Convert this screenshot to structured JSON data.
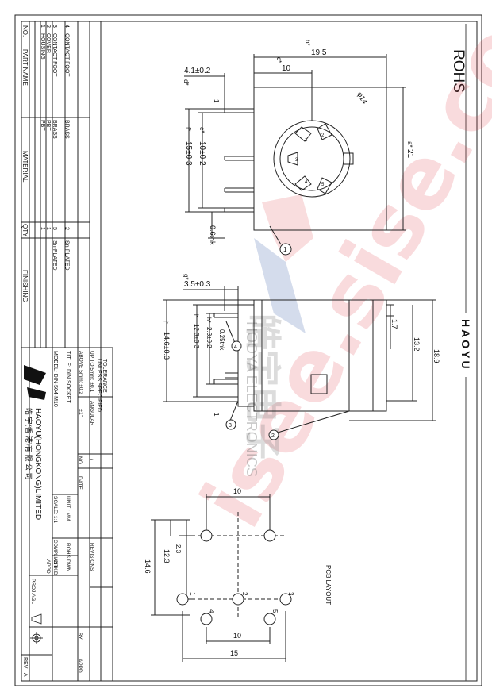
{
  "header": {
    "rohs": "ROHS",
    "brand_vertical": "HAOYU"
  },
  "watermark": {
    "url": "isee.sise.com",
    "cn_name": "皓宇电子",
    "en_name": "HOOYA ELECTRONICS"
  },
  "top_view": {
    "dims": {
      "b": "19.5",
      "c": "10",
      "d": "4.1±0.2",
      "e": "10±0.2",
      "f": "15±0.3",
      "a": "21",
      "circle": "φ14",
      "thk": "0.6thk"
    },
    "letters": {
      "b": "b*",
      "c": "c*",
      "d": "d*",
      "e": "e*",
      "f": "f*",
      "a": "a*",
      "one": "1"
    },
    "pin_numbers": [
      "1",
      "2",
      "3",
      "4",
      "5"
    ],
    "balloon": "1"
  },
  "side_view": {
    "dims": {
      "g": "3.5±0.3",
      "thk": "0.25thk",
      "s23": "2.3±0.2",
      "s123": "12.3±0.3",
      "s146": "14.6±0.3",
      "s17": "1.7",
      "s132": "13.2",
      "s189": "18.9"
    },
    "letters": {
      "g": "g*",
      "h": "h*",
      "i": "i*",
      "j": "j*",
      "one": "1"
    },
    "balloons": [
      "4",
      "3",
      "2"
    ]
  },
  "pcb": {
    "title": "PCB LAYOUT",
    "dims": {
      "top10": "10",
      "d23": "2.3",
      "d123": "12.3",
      "d146": "14.6",
      "bot10": "10",
      "bot15": "15"
    },
    "pin_labels": [
      "1",
      "2",
      "3",
      "4",
      "5"
    ]
  },
  "parts_table": {
    "headers": {
      "no": "NO.",
      "part_name": "PART   NAME",
      "material": "MATERIAL",
      "qty": "QTY",
      "finishing": "FINISHING"
    },
    "rows": [
      {
        "no": "4",
        "name": "CONTACT FOOT",
        "material": "BRASS",
        "qty": "2",
        "finishing": "Sn-PLATED"
      },
      {
        "no": "3",
        "name": "CONTACT FOOT",
        "material": "BRASS",
        "qty": "5",
        "finishing": "Sn-PLATED"
      },
      {
        "no": "2",
        "name": "COVER",
        "material": "PBT",
        "qty": "1",
        "finishing": ""
      },
      {
        "no": "1",
        "name": "HOUSING",
        "material": "PBT",
        "qty": "1",
        "finishing": ""
      }
    ]
  },
  "title_block": {
    "tolerance": "TOLERANCE",
    "unless": "UNLESS   SPECIFIED",
    "upto": "UP TO 5mm: ±0.1",
    "above": "ABOVE 5mm: ±0.2",
    "angular": "ANGULAR",
    "angular_val": "±1°",
    "title": "TITLE: DIN SOCKET",
    "model": "MODEL: DIN-504-M10",
    "company_en": "HAOYU(HONGKONG)LIMITED",
    "company_cn": "皓 宇(香 港)有 限 公 司",
    "unit": "UNIT : MM",
    "scale": "SCALE: 1:1",
    "rohs": "ROHS",
    "compliant": "COMPLIANT",
    "dwn": "DWN",
    "chkd": "CHK'D",
    "appd": "APPD",
    "proj": "PROJ.AGL",
    "rev": "REV : A",
    "no": "NO",
    "date": "DATE",
    "revisions": "REVISIONS",
    "by": "BY",
    "appd2": "APPD",
    "slash": "/"
  },
  "colors": {
    "line": "#222222",
    "wm_red": "#e0404a",
    "wm_blue": "#3a5fa8",
    "wm_gray": "#777777"
  }
}
